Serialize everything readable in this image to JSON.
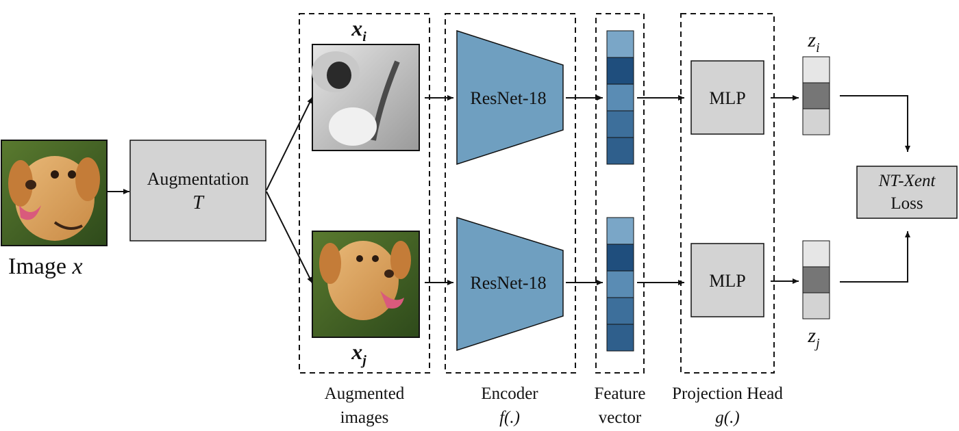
{
  "input": {
    "caption_text": "Image",
    "caption_var": "x"
  },
  "augmentation": {
    "label": "Augmentation",
    "var": "T"
  },
  "views": {
    "top_var": "x",
    "top_sub": "i",
    "bottom_var": "x",
    "bottom_sub": "j"
  },
  "encoder": {
    "top_label": "ResNet-18",
    "bottom_label": "ResNet-18"
  },
  "projection": {
    "top_label": "MLP",
    "bottom_label": "MLP"
  },
  "outputs": {
    "top_var": "z",
    "top_sub": "i",
    "bottom_var": "z",
    "bottom_sub": "j"
  },
  "loss": {
    "name": "NT-Xent",
    "label": "Loss"
  },
  "captions": {
    "augmented_line1": "Augmented",
    "augmented_line2": "images",
    "encoder_line1": "Encoder",
    "encoder_line2": "f(.)",
    "feature_line1": "Feature",
    "feature_line2": "vector",
    "projection_line1": "Projection Head",
    "projection_line2": "g(.)"
  },
  "colors": {
    "box_fill": "#d3d3d3",
    "encoder_fill": "#6f9fc0",
    "feature_cells": [
      "#7aa6c7",
      "#1f4e7d",
      "#5a8cb4",
      "#3d6f9b",
      "#2f5f8c"
    ],
    "z_cells": [
      "#e6e6e6",
      "#767676",
      "#d3d3d3"
    ]
  },
  "icons": [
    "dog-photo-color",
    "dog-photo-grayscale-crop",
    "dog-photo-color-crop"
  ]
}
